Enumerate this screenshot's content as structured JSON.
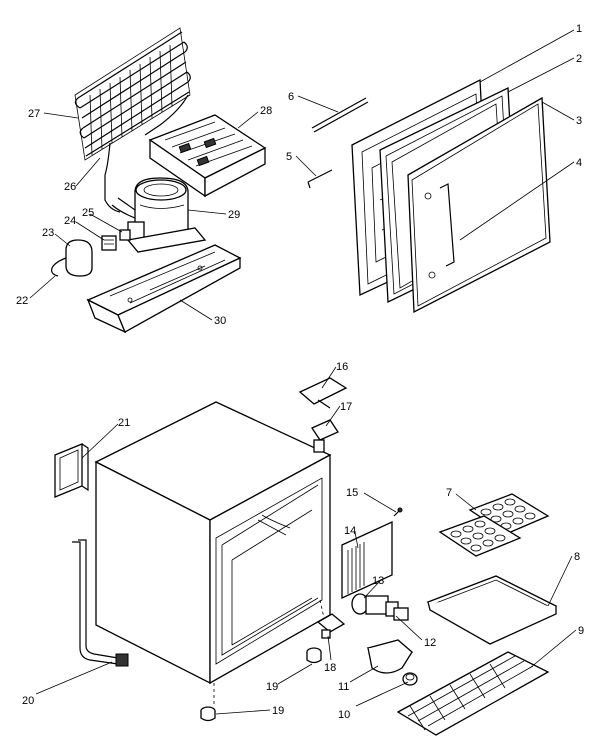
{
  "callouts": [
    {
      "id": "c1",
      "label": "1"
    },
    {
      "id": "c2",
      "label": "2"
    },
    {
      "id": "c3",
      "label": "3"
    },
    {
      "id": "c4",
      "label": "4"
    },
    {
      "id": "c5",
      "label": "5"
    },
    {
      "id": "c6",
      "label": "6"
    },
    {
      "id": "c7",
      "label": "7"
    },
    {
      "id": "c8",
      "label": "8"
    },
    {
      "id": "c9",
      "label": "9"
    },
    {
      "id": "c10",
      "label": "10"
    },
    {
      "id": "c11",
      "label": "11"
    },
    {
      "id": "c12",
      "label": "12"
    },
    {
      "id": "c13",
      "label": "13"
    },
    {
      "id": "c14",
      "label": "14"
    },
    {
      "id": "c15",
      "label": "15"
    },
    {
      "id": "c16",
      "label": "16"
    },
    {
      "id": "c17",
      "label": "17"
    },
    {
      "id": "c18",
      "label": "18"
    },
    {
      "id": "c19a",
      "label": "19"
    },
    {
      "id": "c19b",
      "label": "19"
    },
    {
      "id": "c20",
      "label": "20"
    },
    {
      "id": "c21",
      "label": "21"
    },
    {
      "id": "c22",
      "label": "22"
    },
    {
      "id": "c23",
      "label": "23"
    },
    {
      "id": "c24",
      "label": "24"
    },
    {
      "id": "c25",
      "label": "25"
    },
    {
      "id": "c26",
      "label": "26"
    },
    {
      "id": "c27",
      "label": "27"
    },
    {
      "id": "c28",
      "label": "28"
    },
    {
      "id": "c29",
      "label": "29"
    },
    {
      "id": "c30",
      "label": "30"
    }
  ]
}
